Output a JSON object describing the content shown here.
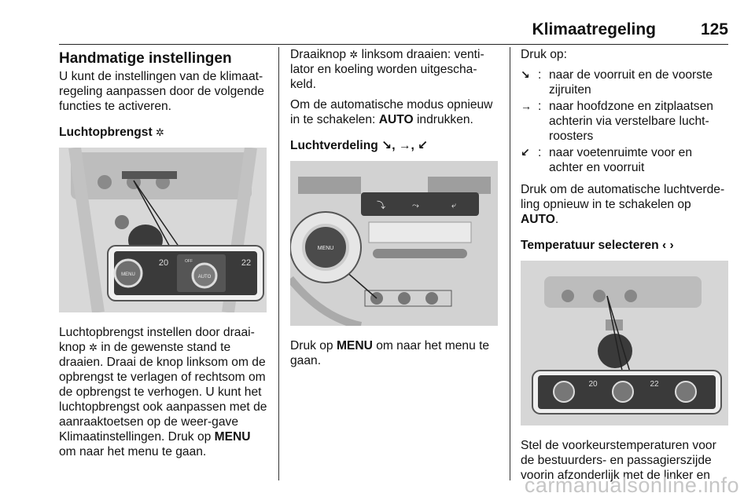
{
  "header": {
    "title": "Klimaatregeling",
    "page_number": "125"
  },
  "col1": {
    "heading": "Handmatige instellingen",
    "intro": "U kunt de instellingen van de klimaat-regeling aanpassen door de volgende functies te activeren.",
    "subheading": "Luchtopbrengst",
    "body_1": "Luchtopbrengst instellen door draai-knop ",
    "body_2": " in de gewenste stand te draaien. Draai de knop linksom om de opbrengst te verlagen of rechtsom om de opbrengst te verhogen. U kunt het luchtopbrengst ook aanpassen met de aanraaktoetsen op de weer-gave Klimaatinstellingen. Druk op ",
    "menu_label": "MENU",
    "body_3": " om naar het menu te gaan.",
    "figure_labels": {
      "temp_left": "20",
      "temp_right": "22",
      "menu": "MENU",
      "auto": "AUTO",
      "off": "OFF"
    }
  },
  "col2": {
    "p1_a": "Draaiknop ",
    "p1_b": " linksom draaien: venti-lator en koeling worden uitgescha-keld.",
    "p2_a": "Om de automatische modus opnieuw in te schakelen: ",
    "auto_label": "AUTO",
    "p2_b": " indrukken.",
    "subheading": "Luchtverdeling",
    "subheading_symbols": "↘, →, ↙",
    "p3_a": "Druk op ",
    "menu_label": "MENU",
    "p3_b": " om naar het menu te gaan.",
    "figure_labels": {
      "menu": "MENU"
    }
  },
  "col3": {
    "intro": "Druk op:",
    "buttons": [
      {
        "symbol": "↘",
        "text": "naar de voorruit en de voorste zijruiten"
      },
      {
        "symbol": "→",
        "text": "naar hoofdzone en zitplaatsen achterin via verstelbare lucht-roosters"
      },
      {
        "symbol": "↙",
        "text": "naar voetenruimte voor en achter en voorruit"
      }
    ],
    "auto_p_a": "Druk om de automatische luchtverde-ling opnieuw in te schakelen op ",
    "auto_label": "AUTO",
    "auto_p_b": ".",
    "subheading": "Temperatuur selecteren",
    "subheading_symbols": "‹ ›",
    "body": "Stel de voorkeurstemperaturen voor de bestuurders- en passagierszijde voorin afzonderlijk met de linker en",
    "figure_labels": {
      "temp_left": "20",
      "temp_right": "22"
    }
  },
  "icons": {
    "fan": "fan-icon",
    "colors": {
      "photo_bg": "#d7d7d7",
      "panel_dark": "#3a3a3a",
      "watermark": "#c6c6c6"
    }
  },
  "watermark": "carmanualsonline.info"
}
